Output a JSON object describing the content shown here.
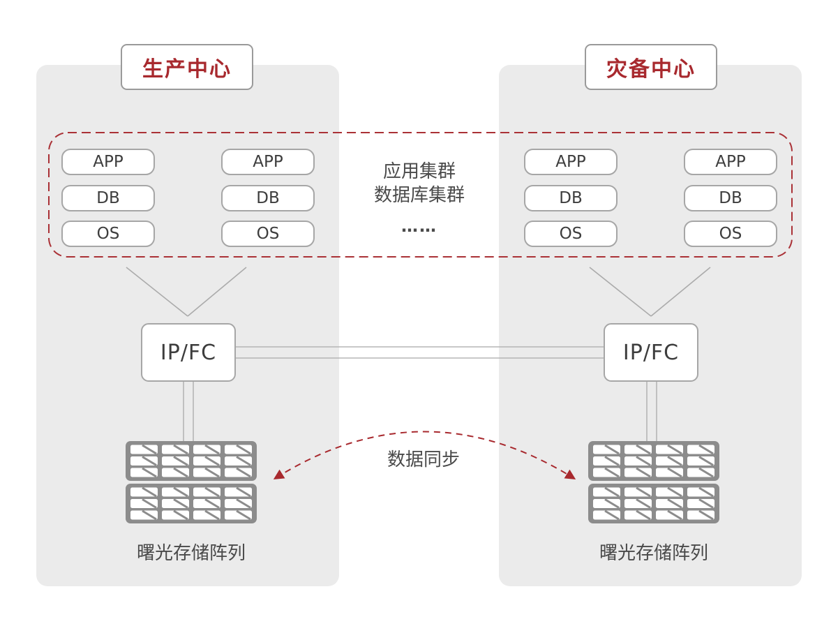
{
  "panels": {
    "production": {
      "title": "生产中心",
      "switch_label": "IP/FC",
      "storage_label": "曙光存储阵列"
    },
    "disaster": {
      "title": "灾备中心",
      "switch_label": "IP/FC",
      "storage_label": "曙光存储阵列"
    }
  },
  "stack_items": [
    "APP",
    "DB",
    "OS"
  ],
  "cluster_note": [
    "应用集群",
    "数据库集群",
    "……"
  ],
  "sync_label": "数据同步",
  "colors": {
    "accent_red": "#a8292e",
    "panel_gray": "#ebebeb",
    "box_border_gray": "#a6a6a6",
    "connector_gray": "#ababab",
    "storage_icon_gray": "#8c8c8c",
    "text_dark": "#3d3d3d"
  }
}
